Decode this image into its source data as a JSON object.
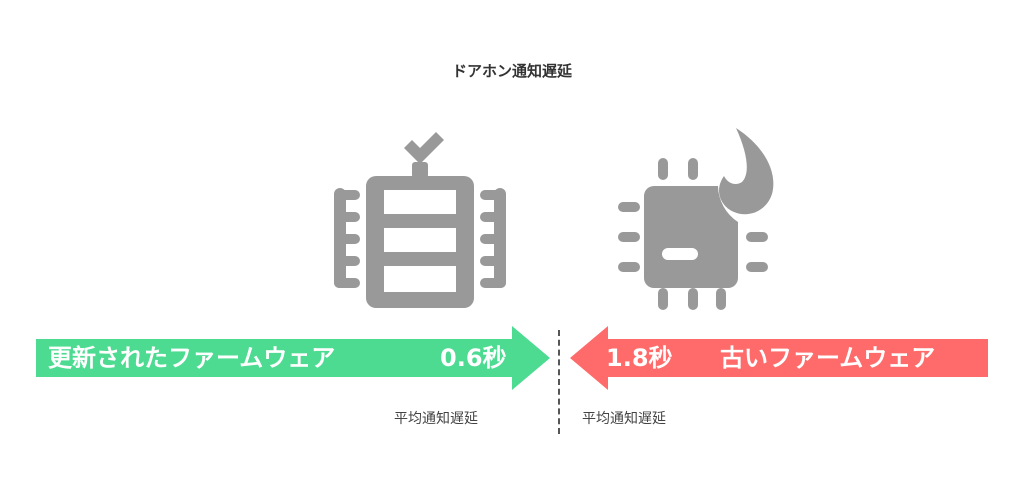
{
  "title": "ドアホン通知遅延",
  "left": {
    "label": "更新されたファームウェア",
    "value": "0.6秒",
    "caption": "平均通知遅延",
    "color": "#4ddb92",
    "icon": "memory-check-icon"
  },
  "right": {
    "label": "古いファームウェア",
    "value": "1.8秒",
    "caption": "平均通知遅延",
    "color": "#ff6b6b",
    "icon": "chip-flame-icon"
  },
  "colors": {
    "icon": "#999999",
    "divider": "#555555"
  }
}
